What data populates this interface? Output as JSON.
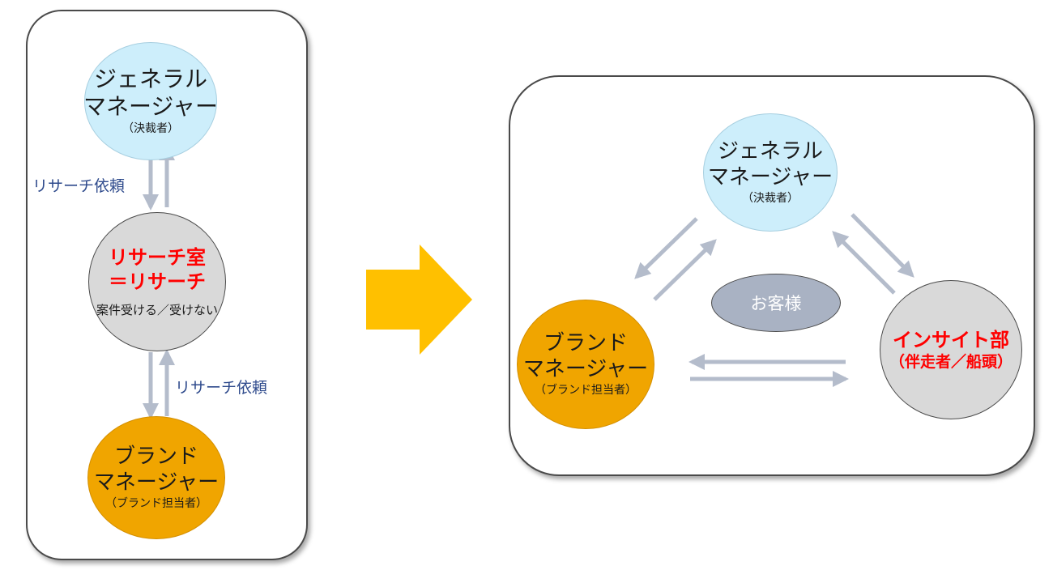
{
  "left": {
    "gm": {
      "line1": "ジェネラル",
      "line2": "マネージャー",
      "sub": "（決裁者）"
    },
    "rs": {
      "line1": "リサーチ室",
      "line2": "＝リサーチ",
      "note": "案件受ける／受けない"
    },
    "bm": {
      "line1": "ブランド",
      "line2": "マネージャー",
      "sub": "（ブランド担当者）"
    },
    "label_top": "リサーチ依頼",
    "label_bottom": "リサーチ依頼"
  },
  "right": {
    "gm": {
      "line1": "ジェネラル",
      "line2": "マネージャー",
      "sub": "（決裁者）"
    },
    "bm": {
      "line1": "ブランド",
      "line2": "マネージャー",
      "sub": "（ブランド担当者）"
    },
    "insight": {
      "line1": "インサイト部",
      "line2": "（伴走者／船頭）"
    },
    "customer": "お客様"
  },
  "colors": {
    "gm_fill": "#cdeefb",
    "research_fill": "#d9d9d9",
    "bm_fill": "#f0a500",
    "insight_fill": "#d9d9d9",
    "customer_fill": "#a9b2c3",
    "connector_arrow": "#b4bccb",
    "transition_arrow": "#ffc000",
    "emphasis_text": "#ff0000",
    "label_text": "#2e4a8c"
  }
}
